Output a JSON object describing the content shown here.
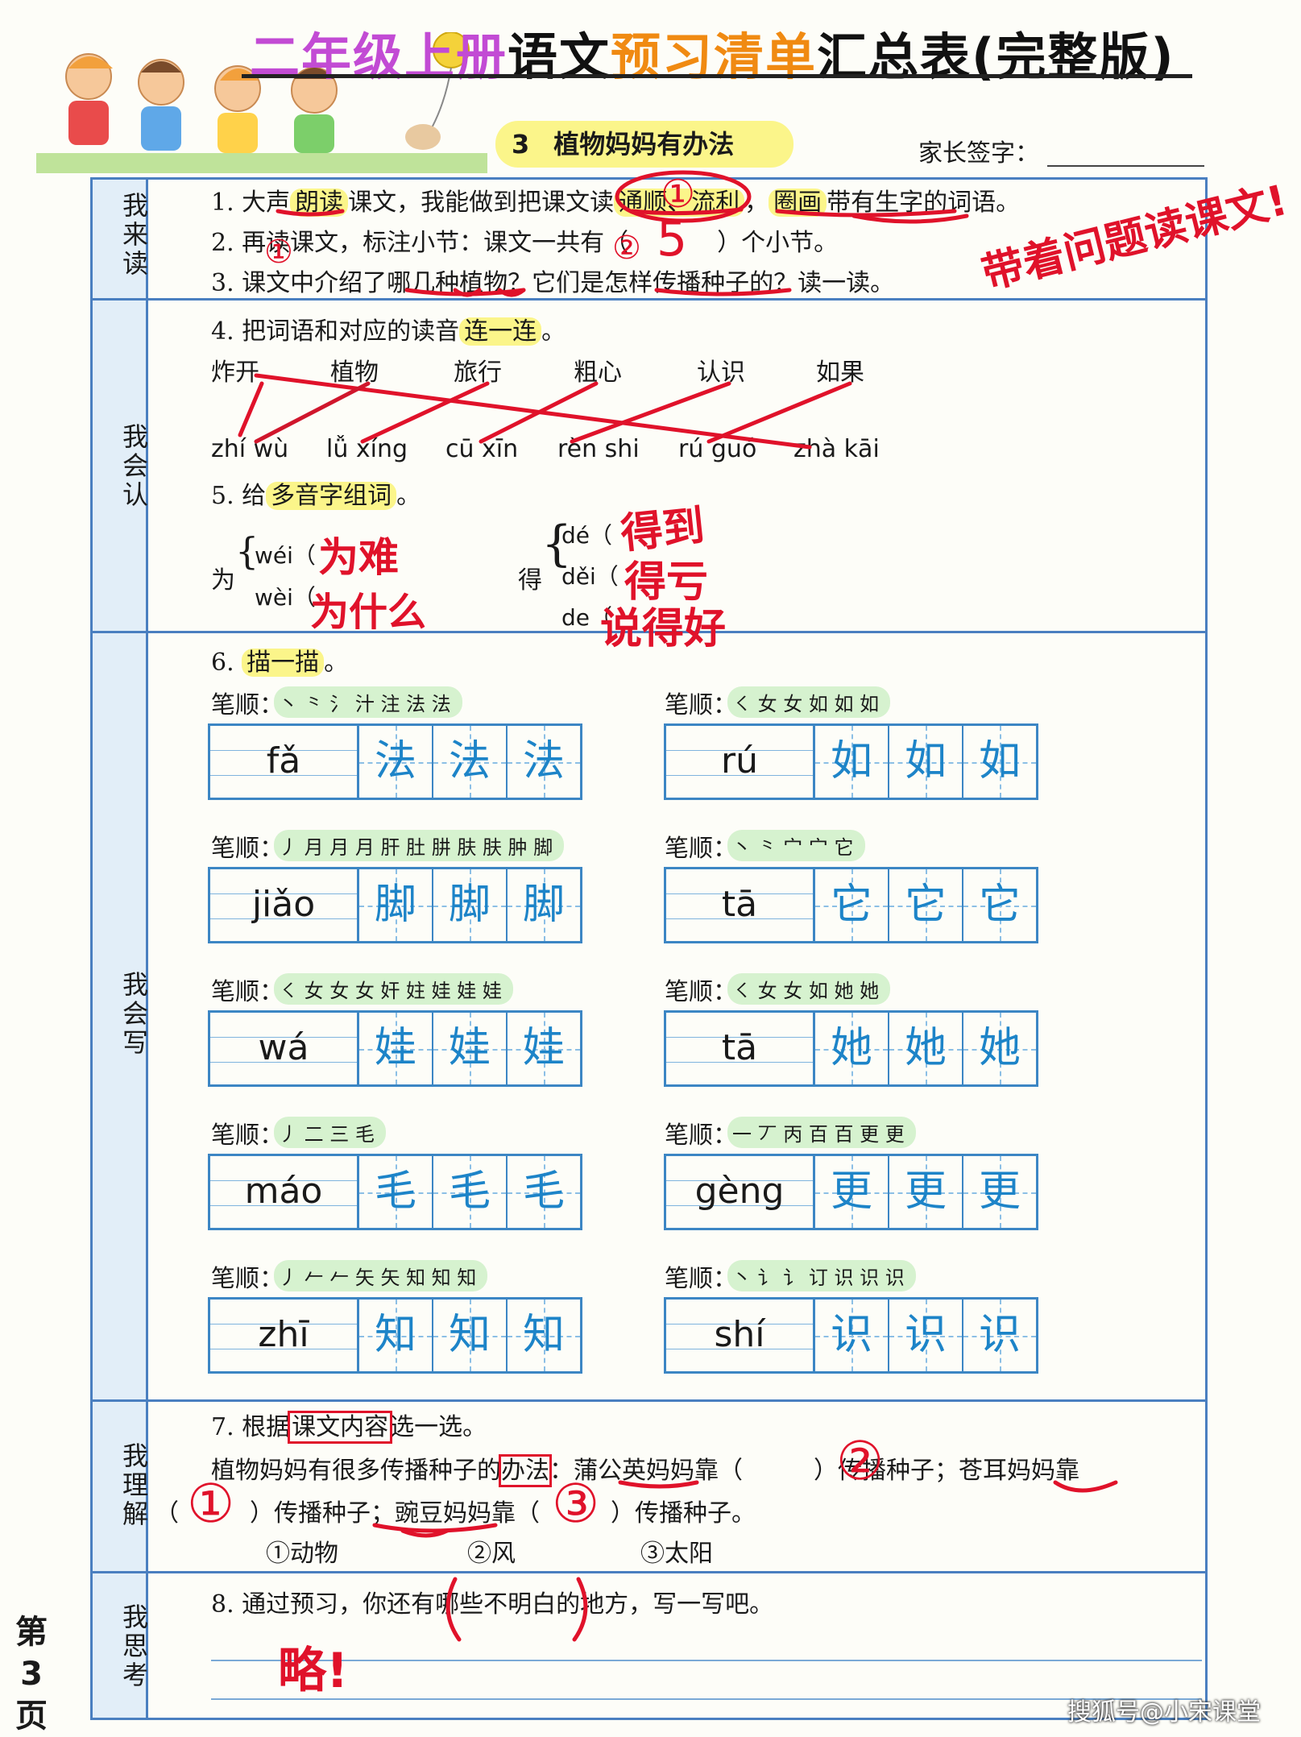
{
  "header": {
    "title_part1": "二年级上册",
    "title_part2": "语文",
    "title_part3": "预习清单",
    "title_part4": "汇总表(完整版)",
    "lesson_number": "3",
    "lesson_title": "植物妈妈有办法",
    "parent_signature_label": "家长签字："
  },
  "sections": {
    "read": "我来读",
    "recognize": "我会认",
    "write": "我会写",
    "understand": "我理解",
    "think": "我思考"
  },
  "q1": {
    "prefix": "1. 大声",
    "hl1": "朗读",
    "mid1": "课文，我能做到把课文读",
    "mid2": "通顺、流利",
    "mid3": "，",
    "mid4": "圈画",
    "mid5": "带有生字的词语。"
  },
  "q2": {
    "text": "2. 再读课文，标注小节：课文一共有（",
    "text_end": "）个小节。"
  },
  "q3": {
    "text": "3. 课文中介绍了哪几种植物？它们是怎样传播种子的？读一读。"
  },
  "q4": {
    "prefix": "4. 把词语和对应的读音",
    "hl": "连一连",
    "suffix": "。"
  },
  "q4_words": [
    "炸开",
    "植物",
    "旅行",
    "粗心",
    "认识",
    "如果"
  ],
  "q4_pinyin": [
    "zhí wù",
    "lǚ xíng",
    "cū xīn",
    "rèn shi",
    "rú guǒ",
    "zhà kāi"
  ],
  "q5": {
    "prefix": "5. 给",
    "hl": "多音字组词",
    "suffix": "。"
  },
  "q5_char1": "为",
  "q5_char1_readings": [
    "wéi（",
    "wèi（"
  ],
  "q5_char2": "得",
  "q5_char2_readings": [
    "dé（",
    "děi（",
    "de（"
  ],
  "q6": {
    "prefix": "6. ",
    "hl": "描一描",
    "suffix": "。"
  },
  "stroke_label": "笔顺：",
  "characters": [
    {
      "pinyin": "fǎ",
      "char": "法",
      "strokes": "丶 ⺀ 氵 汁 注 法 法"
    },
    {
      "pinyin": "rú",
      "char": "如",
      "strokes": "㇛ 女 女 如 如 如"
    },
    {
      "pinyin": "jiǎo",
      "char": "脚",
      "strokes": "丿 月 月 月 肝 肚 肼 肤 肤 肿 脚"
    },
    {
      "pinyin": "tā",
      "char": "它",
      "strokes": "丶 ⺀ 宀 宀 它"
    },
    {
      "pinyin": "wá",
      "char": "娃",
      "strokes": "㇛ 女 女 女 奸 妵 娃 娃 娃"
    },
    {
      "pinyin": "tā",
      "char": "她",
      "strokes": "㇛ 女 女 如 她 她"
    },
    {
      "pinyin": "máo",
      "char": "毛",
      "strokes": "丿 二 三 毛"
    },
    {
      "pinyin": "gèng",
      "char": "更",
      "strokes": "一 丆 丙 百 百 更 更"
    },
    {
      "pinyin": "zhī",
      "char": "知",
      "strokes": "丿 𠂉 𠂉 矢 矢 知 知 知"
    },
    {
      "pinyin": "shí",
      "char": "识",
      "strokes": "丶 讠 讠 订 识 识 识"
    }
  ],
  "q7": {
    "prefix": "7. 根据",
    "boxed": "课文内容",
    "suffix": "选一选。",
    "line1a": "植物妈妈有很多传播种子的",
    "line1b": "办法",
    "line1c": "：蒲公英妈妈靠（",
    "line1d": "）传播种子；苍耳妈妈靠",
    "line2a": "（",
    "line2b": "）传播种子；豌豆妈妈靠（",
    "line2c": "）传播种子。",
    "options": [
      "①动物",
      "②风",
      "③太阳"
    ]
  },
  "q8": {
    "text": "8. 通过预习，你还有哪些不明白的地方，写一写吧。"
  },
  "handwriting": {
    "q2_mark1": "①",
    "q2_mark2": "②",
    "q2_answer": "5",
    "note": "带着问题读课文!",
    "wei2": "为难",
    "wei4": "为什么",
    "de2": "得到",
    "dei3": "得亏",
    "de0": "说得好",
    "q7_a1": "②",
    "q7_a2": "①",
    "q7_a3": "③",
    "q8_answer": "略!"
  },
  "page_number": {
    "a": "第",
    "b": "3",
    "c": "页"
  },
  "watermark": "搜狐号@小宋课堂",
  "colors": {
    "frame": "#4a7fc0",
    "highlight": "#fbf58a",
    "ink_red": "#e0122a",
    "trace_blue": "#1d84c8"
  }
}
